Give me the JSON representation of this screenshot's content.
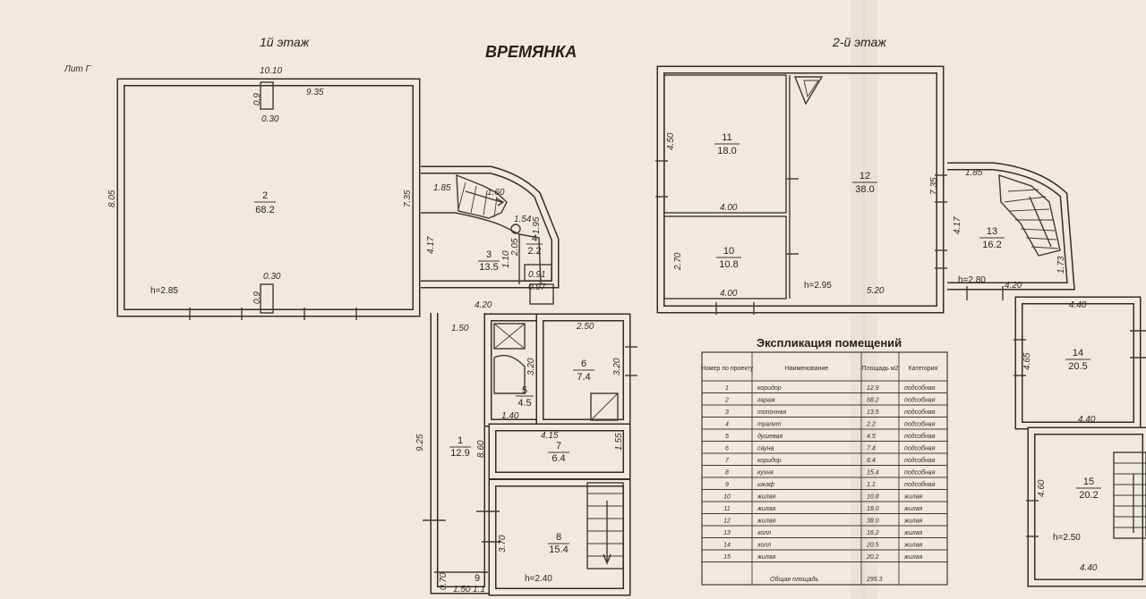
{
  "title": "ВРЕМЯНКА",
  "lit_label": "Лит Г",
  "floor1": {
    "label": "1й этаж",
    "dims": {
      "top_width": "10.10",
      "inner_top": "9.35",
      "left_height": "8.05",
      "right_height": "7.35",
      "partition_top_w": "0.9",
      "partition_top_d": "0.30",
      "partition_bot_w": "0.9",
      "partition_bot_d": "0.30",
      "height_garage": "h=2.85",
      "c3_top": "1.85",
      "c3_stair": "1.60",
      "c3_left": "4.17",
      "c3_bottom": "4.20",
      "c4_a": "1.54",
      "c4_b": "1.95",
      "c4_c": "2.05",
      "c4_d": "1.10",
      "c4_e": "0.91",
      "c4_f": "0.97",
      "corridor_w": "1.50",
      "corridor_h1": "9.25",
      "corridor_h2": "8.60",
      "bath_h": "3.20",
      "bath_w": "1.40",
      "sauna_w": "2.50",
      "sauna_h": "3.20",
      "c7_w": "4.15",
      "c7_h": "1.55",
      "kitchen_h": "3.70",
      "height_kitchen": "h=2.40",
      "c9_a": "0.70",
      "c9_b": "1.50",
      "c9_c": "1.1"
    },
    "rooms": [
      {
        "num": "2",
        "area": "68.2"
      },
      {
        "num": "3",
        "area": "13.5"
      },
      {
        "num": "4",
        "area": "2.2"
      },
      {
        "num": "1",
        "area": "12.9"
      },
      {
        "num": "5",
        "area": "4.5"
      },
      {
        "num": "6",
        "area": "7.4"
      },
      {
        "num": "7",
        "area": "6.4"
      },
      {
        "num": "8",
        "area": "15.4"
      },
      {
        "num": "9",
        "area": "1.1"
      }
    ]
  },
  "floor2": {
    "label": "2-й этаж",
    "dims": {
      "r11_h": "4.50",
      "r11_w": "4.00",
      "r10_h": "2.70",
      "r10_w": "4.00",
      "r12_h": "7.35",
      "r12_w": "5.20",
      "height_12": "h=2.95",
      "r13_top": "1.85",
      "r13_left": "4.17",
      "r13_right": "1.73",
      "r13_bottom": "4.20",
      "height_13": "h=2.80",
      "r14_w": "4.40",
      "r14_h": "4.65",
      "r14_w2": "4.40",
      "r15_h": "4.60",
      "r15_w": "4.40",
      "height_15": "h=2.50"
    },
    "rooms": [
      {
        "num": "11",
        "area": "18.0"
      },
      {
        "num": "10",
        "area": "10.8"
      },
      {
        "num": "12",
        "area": "38.0"
      },
      {
        "num": "13",
        "area": "16.2"
      },
      {
        "num": "14",
        "area": "20.5"
      },
      {
        "num": "15",
        "area": "20.2"
      }
    ]
  },
  "explication": {
    "title": "Экспликация помещений",
    "headers": [
      "Номер по проекту",
      "Наименование",
      "Площадь м2",
      "Категория"
    ],
    "rows": [
      [
        "1",
        "коридор",
        "12.9",
        "подсобная"
      ],
      [
        "2",
        "гараж",
        "68.2",
        "подсобная"
      ],
      [
        "3",
        "топочная",
        "13.5",
        "подсобная"
      ],
      [
        "4",
        "туалет",
        "2.2",
        "подсобная"
      ],
      [
        "5",
        "душевая",
        "4.5",
        "подсобная"
      ],
      [
        "6",
        "сауна",
        "7.4",
        "подсобная"
      ],
      [
        "7",
        "коридор",
        "6.4",
        "подсобная"
      ],
      [
        "8",
        "кухня",
        "15.4",
        "подсобная"
      ],
      [
        "9",
        "шкаф",
        "1.1",
        "подсобная"
      ],
      [
        "10",
        "жилая",
        "10.8",
        "жилая"
      ],
      [
        "11",
        "жилая",
        "18.0",
        "жилая"
      ],
      [
        "12",
        "жилая",
        "38.0",
        "жилая"
      ],
      [
        "13",
        "холл",
        "16.2",
        "жилая"
      ],
      [
        "14",
        "холл",
        "20.5",
        "жилая"
      ],
      [
        "15",
        "жилая",
        "20.2",
        "жилая"
      ]
    ],
    "total_label": "Общая площадь",
    "total_value": "295.3"
  }
}
